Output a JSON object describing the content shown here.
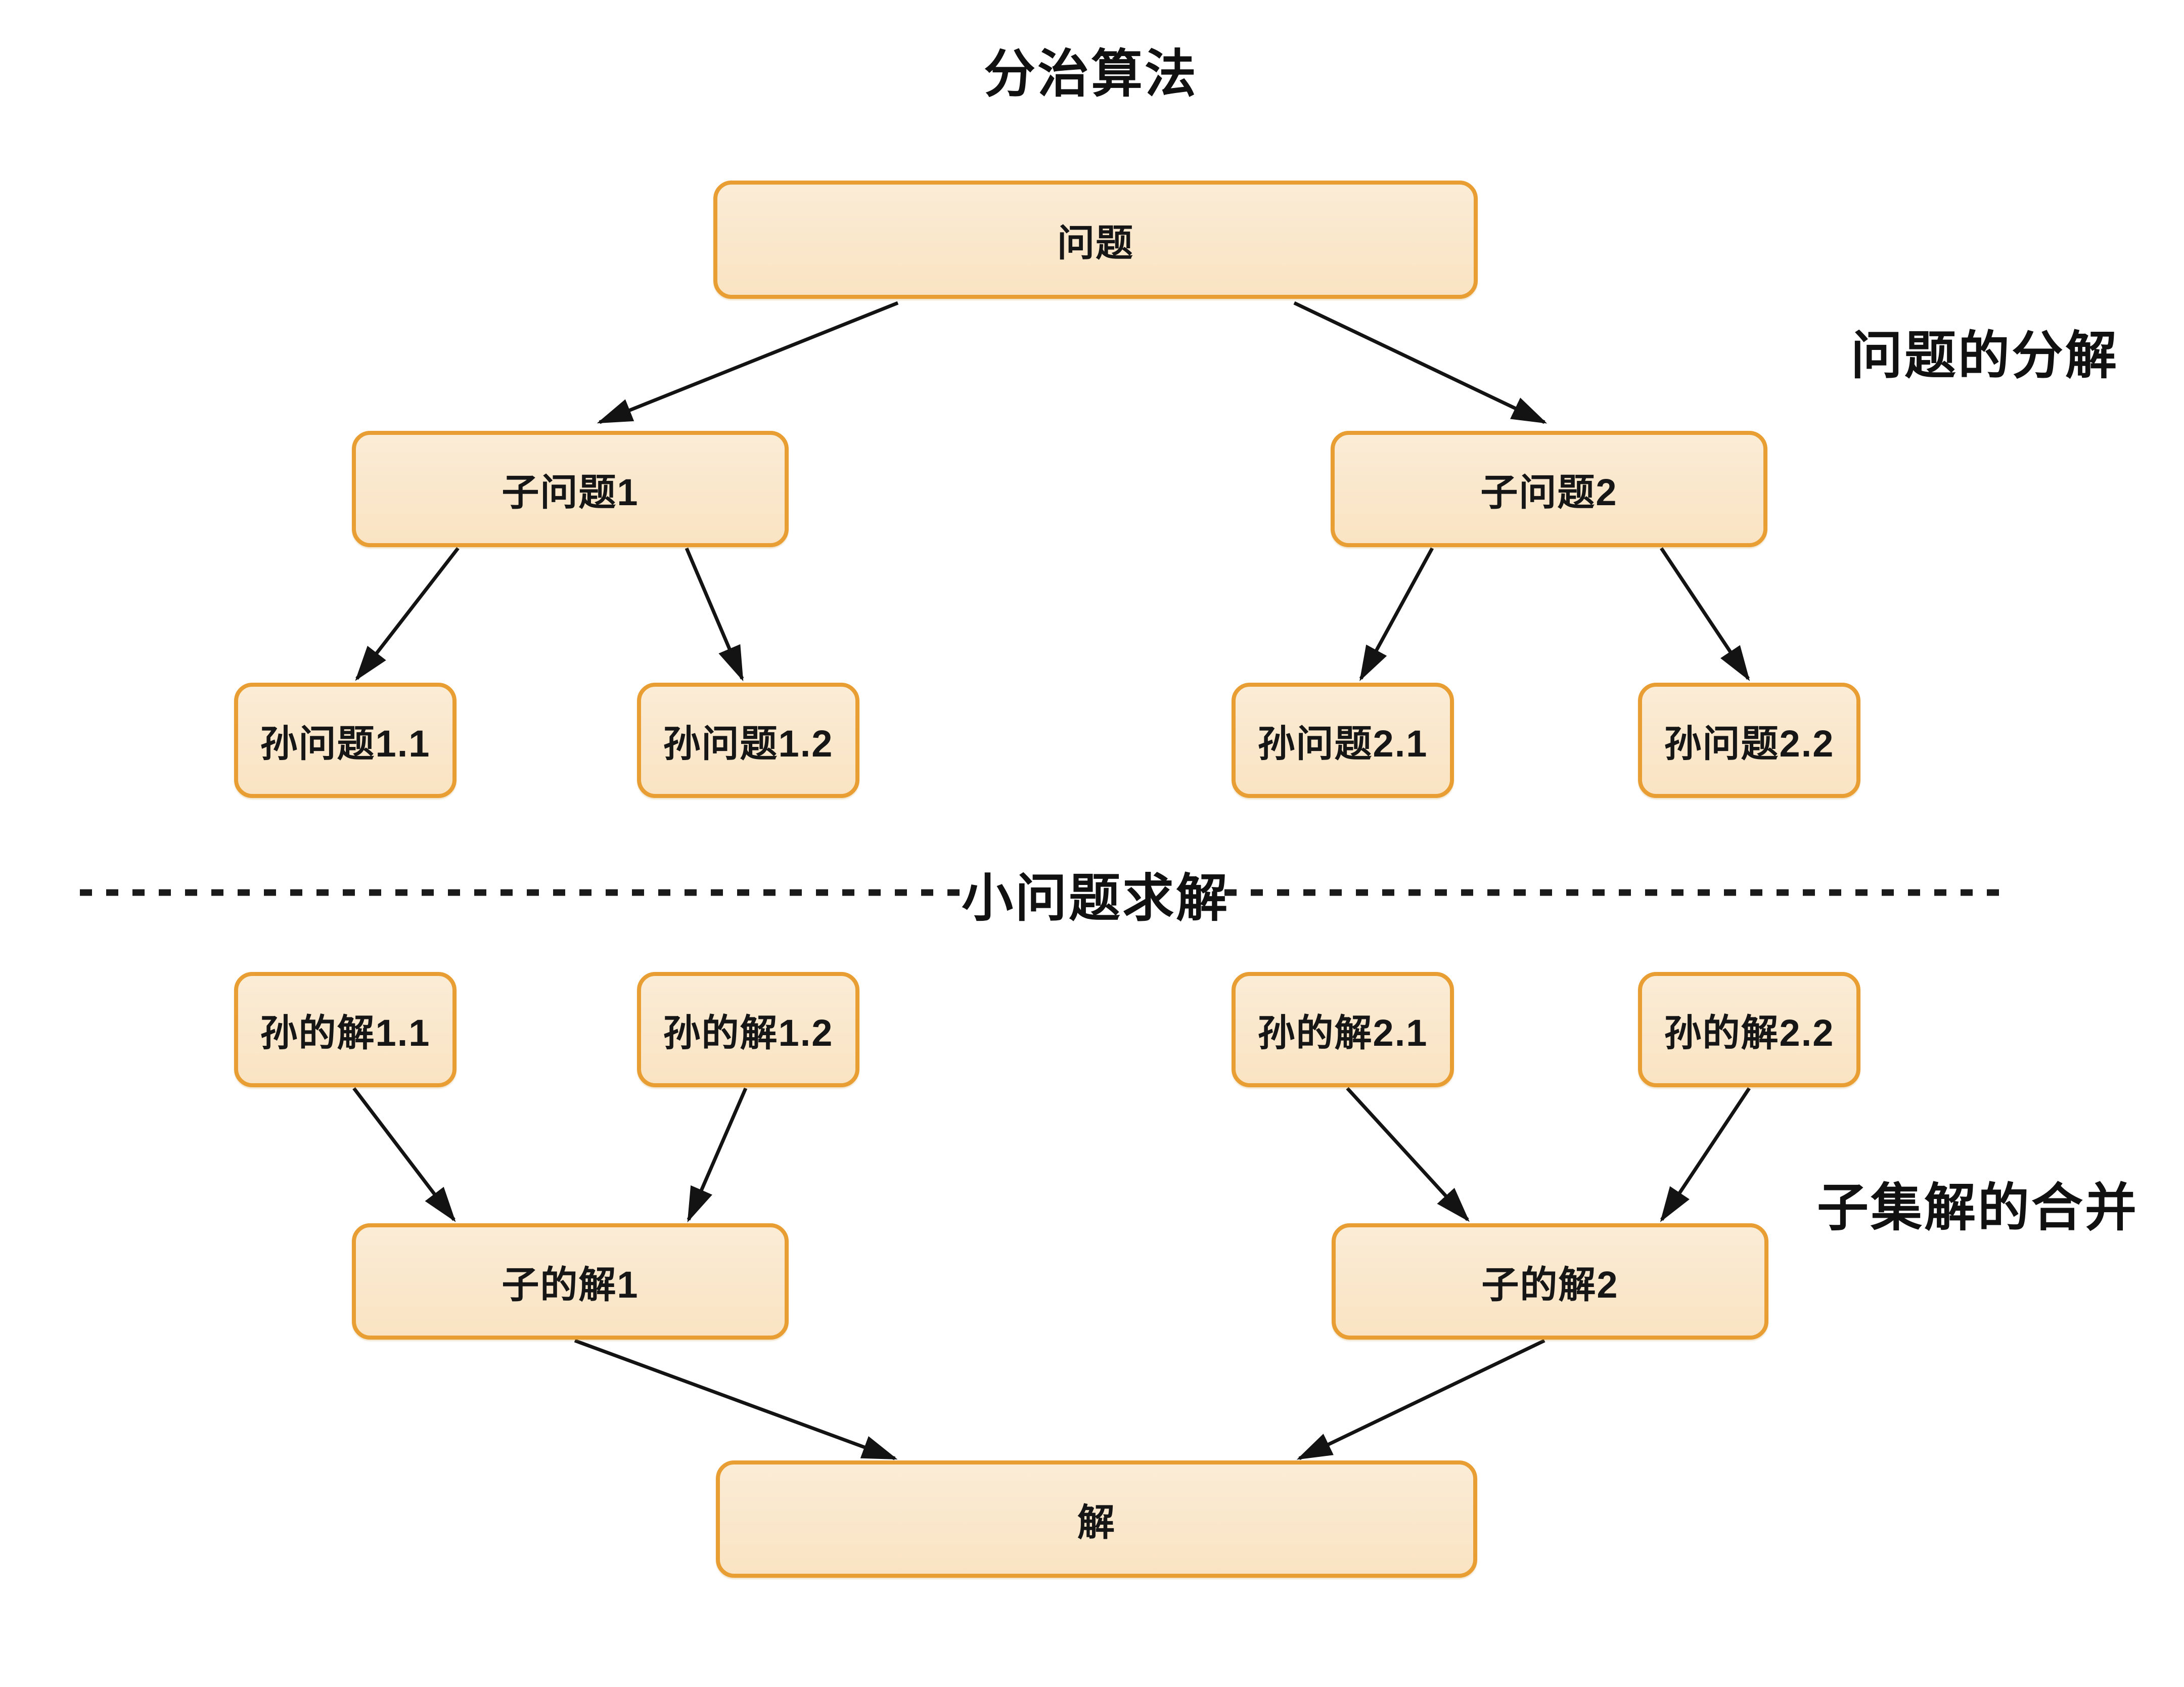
{
  "diagram": {
    "title": "分治算法",
    "annotations": {
      "decompose": "问题的分解",
      "solve_small": "小问题求解",
      "merge": "子集解的合并"
    },
    "nodes": {
      "problem": "问题",
      "sub1": "子问题1",
      "sub2": "子问题2",
      "grand11": "孙问题1.1",
      "grand12": "孙问题1.2",
      "grand21": "孙问题2.1",
      "grand22": "孙问题2.2",
      "gsol11": "孙的解1.1",
      "gsol12": "孙的解1.2",
      "gsol21": "孙的解2.1",
      "gsol22": "孙的解2.2",
      "subsol1": "子的解1",
      "subsol2": "子的解2",
      "solution": "解"
    },
    "colors": {
      "node_fill": "#FAE7CB",
      "node_border": "#E89E33",
      "text": "#161616",
      "line": "#131313",
      "background": "#FFFFFF"
    }
  }
}
